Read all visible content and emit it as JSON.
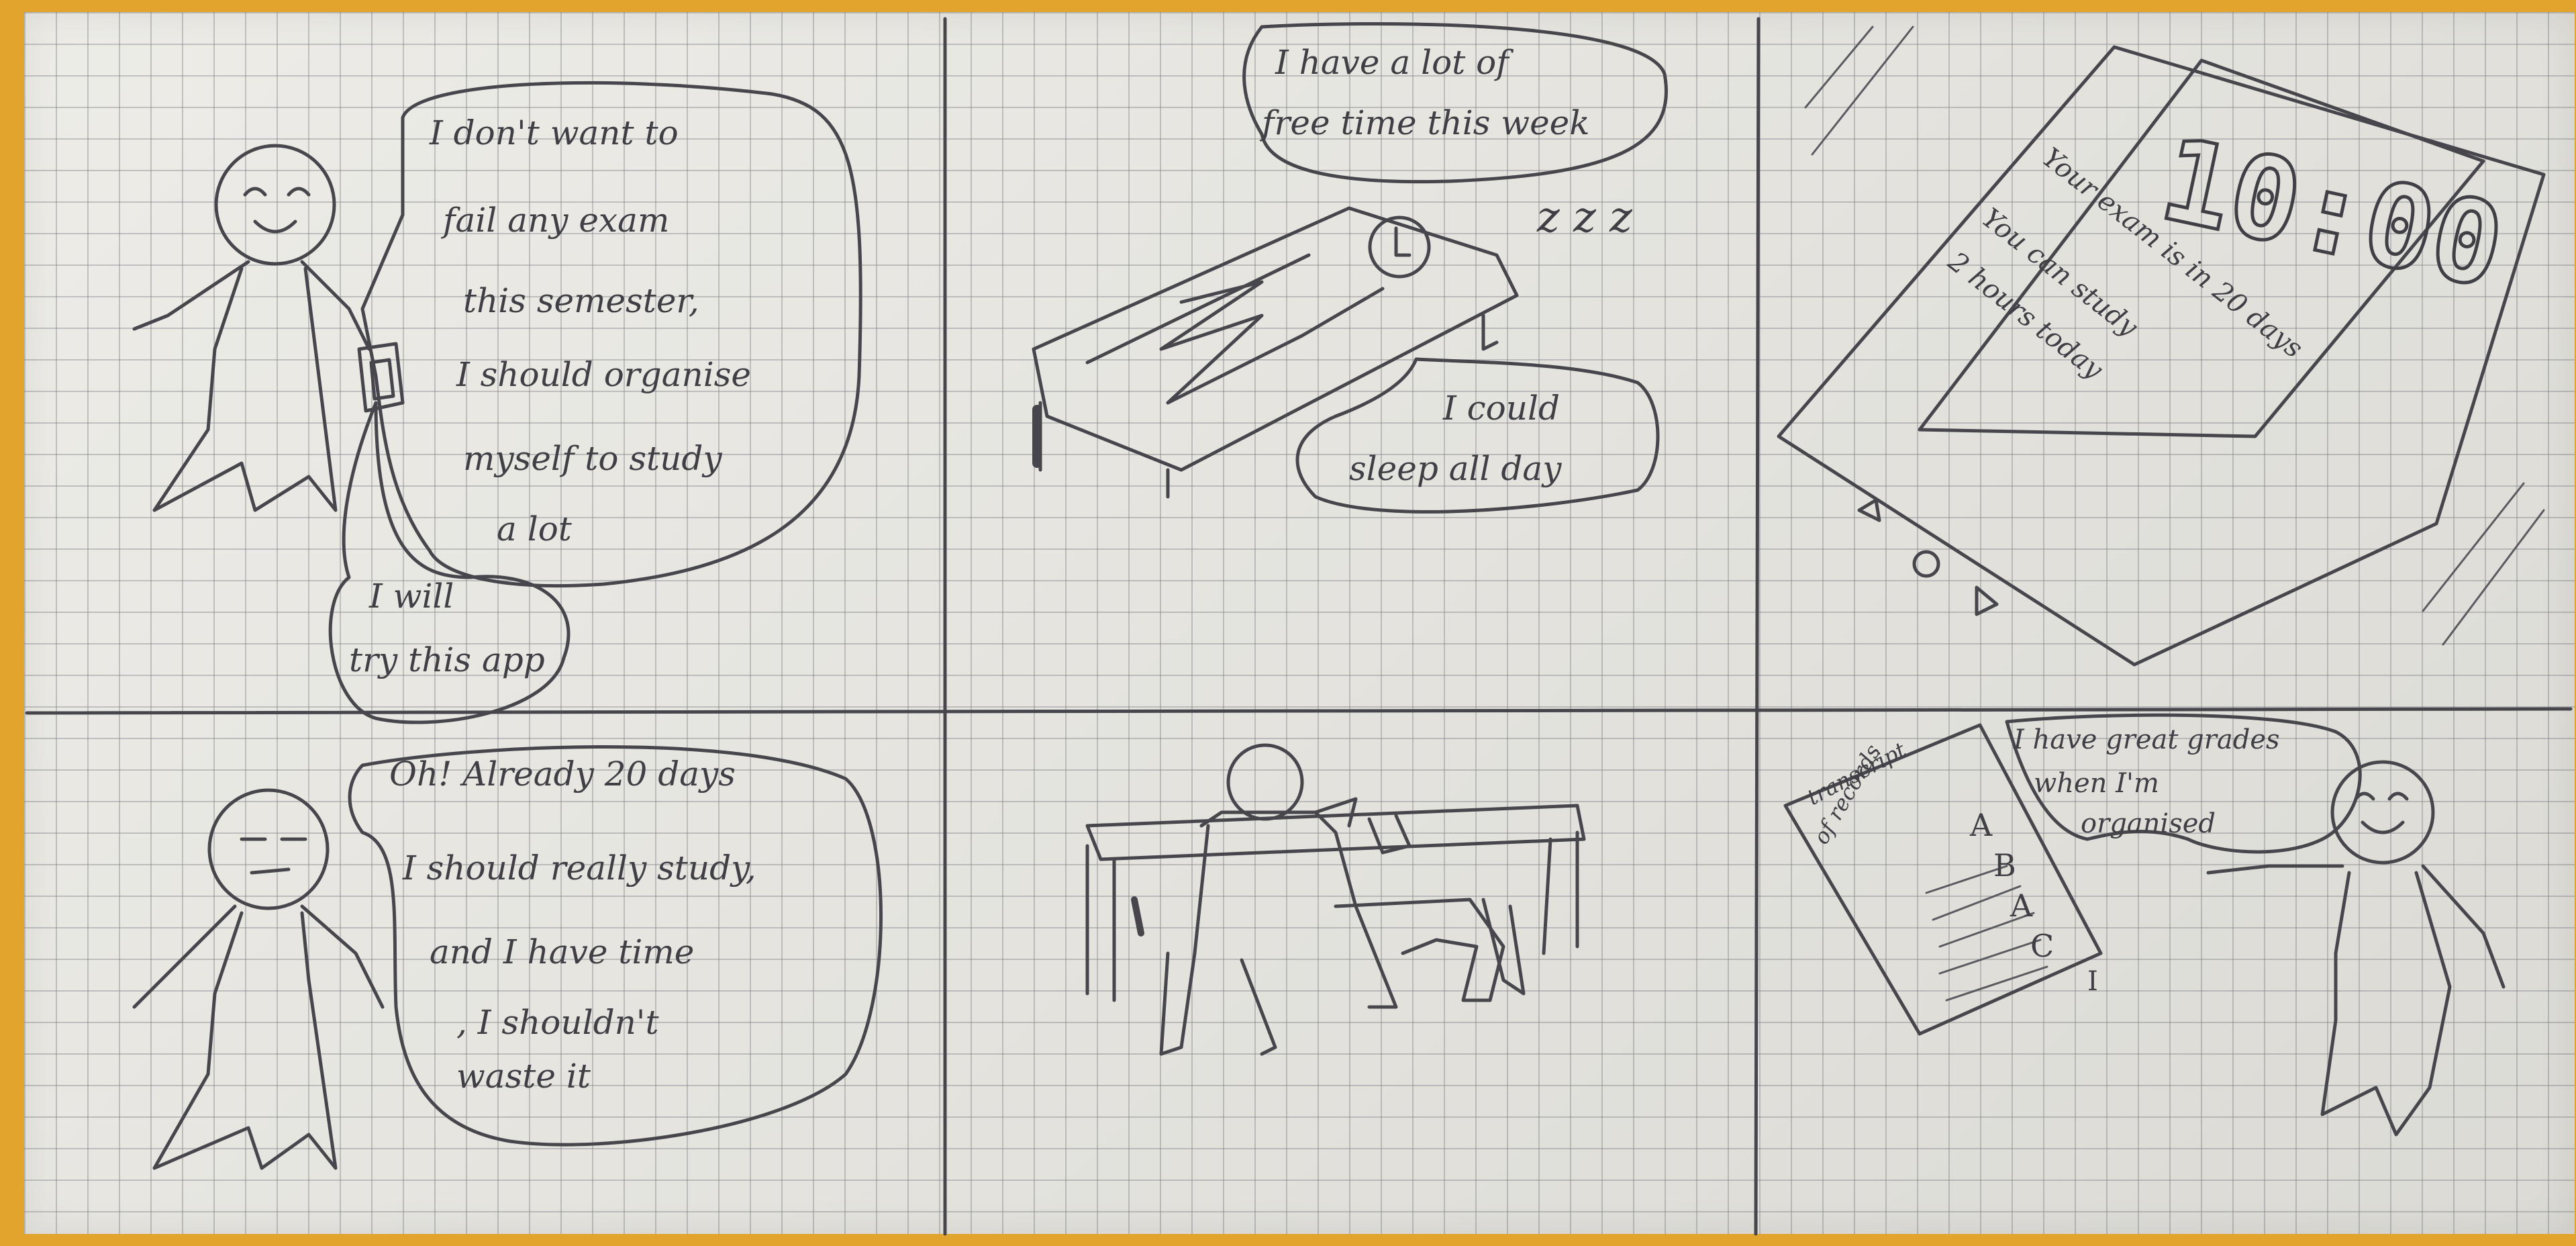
{
  "panels": [
    {
      "bubbles": [
        [
          "I don't want to",
          "fail any exam",
          "this semester,",
          "I should organise",
          "myself to study",
          "a lot"
        ],
        [
          "I will",
          "try this app"
        ]
      ]
    },
    {
      "bubbles": [
        [
          "I have a lot of",
          "free time this week"
        ],
        [
          "I could",
          "sleep all day"
        ]
      ],
      "snore": "z z z"
    },
    {
      "clock": "10:00",
      "phone_lines": [
        "Your exam is in 20 days",
        "You can study",
        "2 hours today"
      ]
    },
    {
      "bubbles": [
        [
          "Oh! Already 20 days",
          "I should really study,",
          "and I have time",
          ", I shouldn't",
          "waste it"
        ]
      ]
    },
    {
      "bubbles": []
    },
    {
      "bubbles": [
        [
          "I have great grades",
          "when I'm",
          "organised"
        ]
      ],
      "transcript_title": [
        "transcript",
        "of records"
      ],
      "grades": [
        "A",
        "B",
        "A",
        "C",
        "I"
      ]
    }
  ]
}
